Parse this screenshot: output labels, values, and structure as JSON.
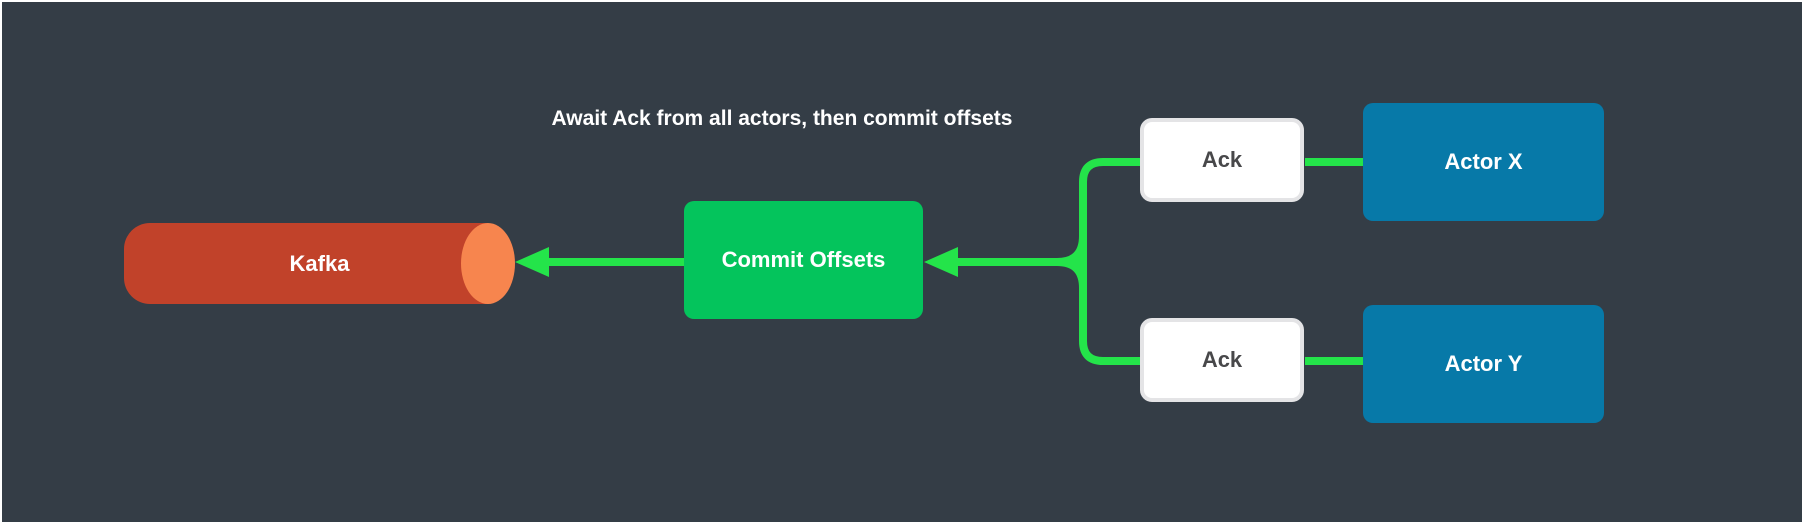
{
  "title": "Await Ack from all actors, then commit offsets",
  "nodes": {
    "kafka": {
      "label": "Kafka"
    },
    "commit_offsets": {
      "label": "Commit Offsets"
    },
    "ack_top": {
      "label": "Ack"
    },
    "ack_bottom": {
      "label": "Ack"
    },
    "actor_x": {
      "label": "Actor X"
    },
    "actor_y": {
      "label": "Actor Y"
    }
  },
  "colors": {
    "background": "#343d46",
    "frame": "#ffffff",
    "edge": "#24e44a",
    "commit_fill": "#04c45c",
    "kafka_body": "#c1422a",
    "kafka_cap": "#f7854e",
    "actor_fill": "#0779a8",
    "ack_fill": "#ffffff",
    "ack_border": "#e4e4e6",
    "ack_text": "#48484a",
    "label_text": "#ffffff"
  }
}
